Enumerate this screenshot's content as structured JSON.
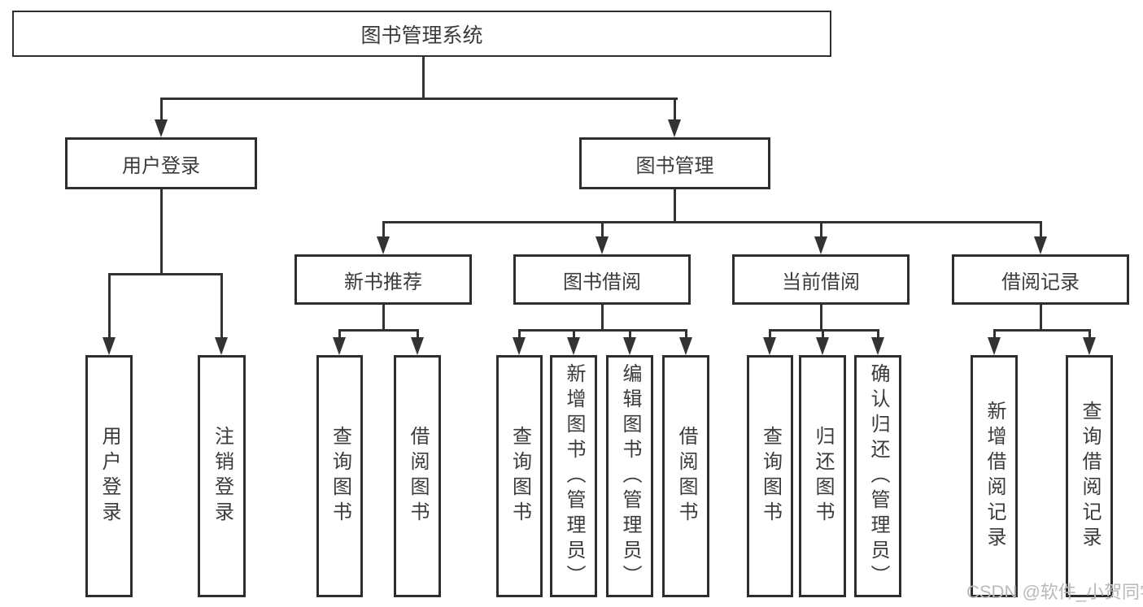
{
  "tree": {
    "label": "图书管理系统",
    "children": [
      {
        "label": "用户登录",
        "children": [
          {
            "label": "用户登录"
          },
          {
            "label": "注销登录"
          }
        ]
      },
      {
        "label": "图书管理",
        "children": [
          {
            "label": "新书推荐",
            "children": [
              {
                "label": "查询图书"
              },
              {
                "label": "借阅图书"
              }
            ]
          },
          {
            "label": "图书借阅",
            "children": [
              {
                "label": "查询图书"
              },
              {
                "label": "新增图书（管理员）"
              },
              {
                "label": "编辑图书（管理员）"
              },
              {
                "label": "借阅图书"
              }
            ]
          },
          {
            "label": "当前借阅",
            "children": [
              {
                "label": "查询图书"
              },
              {
                "label": "归还图书"
              },
              {
                "label": "确认归还（管理员）"
              }
            ]
          },
          {
            "label": "借阅记录",
            "children": [
              {
                "label": "新增借阅记录"
              },
              {
                "label": "查询借阅记录"
              }
            ]
          }
        ]
      }
    ]
  },
  "watermark": {
    "text": "CSDN @软件_小贺同学"
  },
  "colors": {
    "line": "#333333",
    "box_border": "#2e2e2e",
    "text": "#3b3b3b",
    "watermark": "#b9b9b9",
    "background": "#ffffff"
  }
}
